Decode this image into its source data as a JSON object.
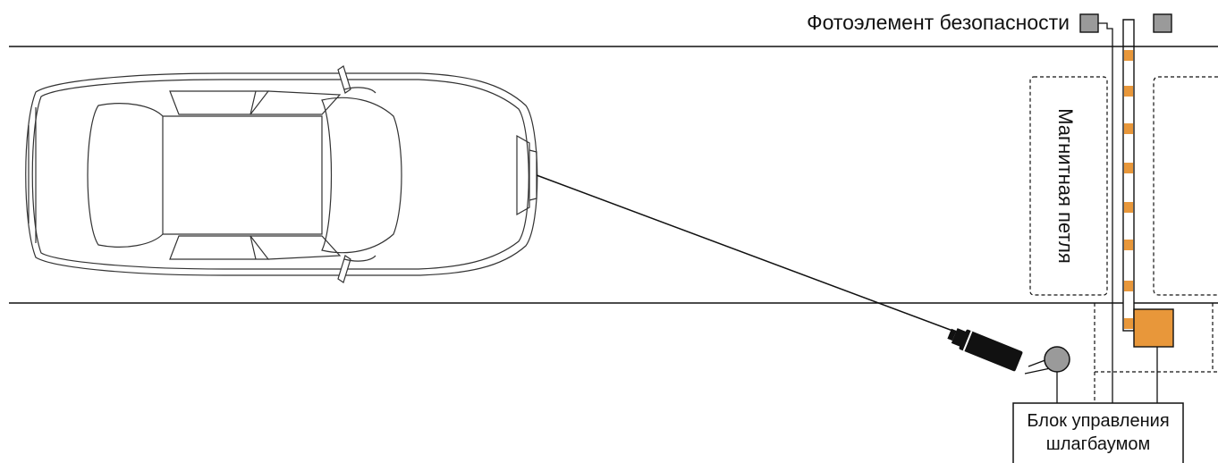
{
  "labels": {
    "photocell": "Фотоэлемент безопасности",
    "magnetic_loop": "Магнитная петля",
    "control_unit_line1": "Блок управления",
    "control_unit_line2": "шлагбаумом"
  },
  "colors": {
    "barrier_accent": "#E8973A",
    "sensor_gray": "#9A9A9A",
    "camera_body": "#111111",
    "line": "#111111"
  }
}
